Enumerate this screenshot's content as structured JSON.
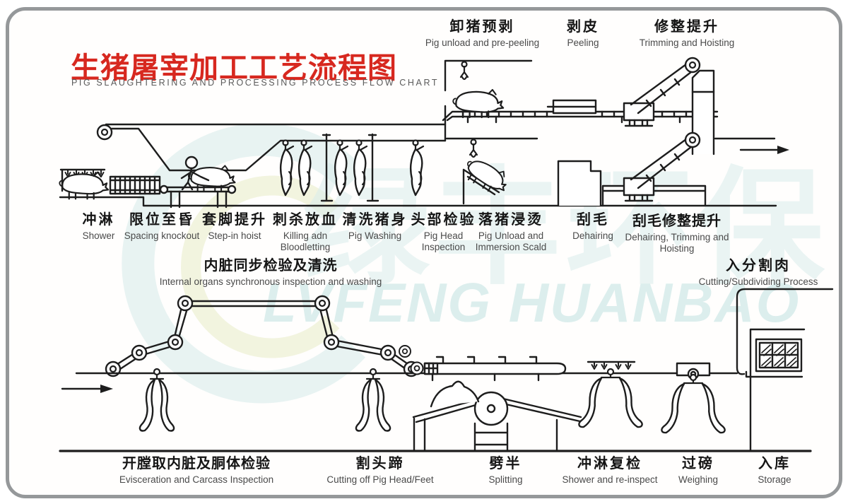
{
  "colors": {
    "title_red": "#d7281f",
    "line": "#1d1d1d",
    "label_cn": "#151515",
    "label_en": "#4a4a4a",
    "watermark": "#d9edec",
    "border_gray": "#95989a"
  },
  "header": {
    "title_cn": "生猪屠宰加工工艺流程图",
    "title_en": "PIG SLAUGHTERING AND PROCESSING PROCESS FLOW CHART"
  },
  "watermark": {
    "cn": "绿丰环保",
    "en": "LVFENG HUANBAO"
  },
  "stages": {
    "top": [
      {
        "cn": "卸猪预剥",
        "en": "Pig unload and pre-peeling"
      },
      {
        "cn": "剥皮",
        "en": "Peeling"
      },
      {
        "cn": "修整提升",
        "en": "Trimming and Hoisting"
      }
    ],
    "middle": [
      {
        "cn": "冲淋",
        "en": "Shower"
      },
      {
        "cn": "限位至昏",
        "en": "Spacing knockout"
      },
      {
        "cn": "套脚提升",
        "en": "Step-in hoist"
      },
      {
        "cn": "刺杀放血",
        "en": "Killing adn Bloodletting"
      },
      {
        "cn": "清洗猪身",
        "en": "Pig Washing"
      },
      {
        "cn": "头部检验",
        "en": "Pig Head Inspection"
      },
      {
        "cn": "落猪浸烫",
        "en": "Pig Unload and Immersion Scald"
      },
      {
        "cn": "刮毛",
        "en": "Dehairing"
      },
      {
        "cn": "刮毛修整提升",
        "en": "Dehairing, Trimming and Hoisting"
      }
    ],
    "organs": {
      "cn": "内脏同步检验及清洗",
      "en": "Internal organs synchronous inspection and washing"
    },
    "subdivide": {
      "cn": "入分割肉",
      "en": "Cutting/Subdividing Process"
    },
    "bottom": [
      {
        "cn": "开膛取内脏及胴体检验",
        "en": "Evisceration and Carcass Inspection"
      },
      {
        "cn": "割头蹄",
        "en": "Cutting off Pig Head/Feet"
      },
      {
        "cn": "劈半",
        "en": "Splitting"
      },
      {
        "cn": "冲淋复检",
        "en": "Shower and re-inspect"
      },
      {
        "cn": "过磅",
        "en": "Weighing"
      },
      {
        "cn": "入库",
        "en": "Storage"
      }
    ]
  }
}
